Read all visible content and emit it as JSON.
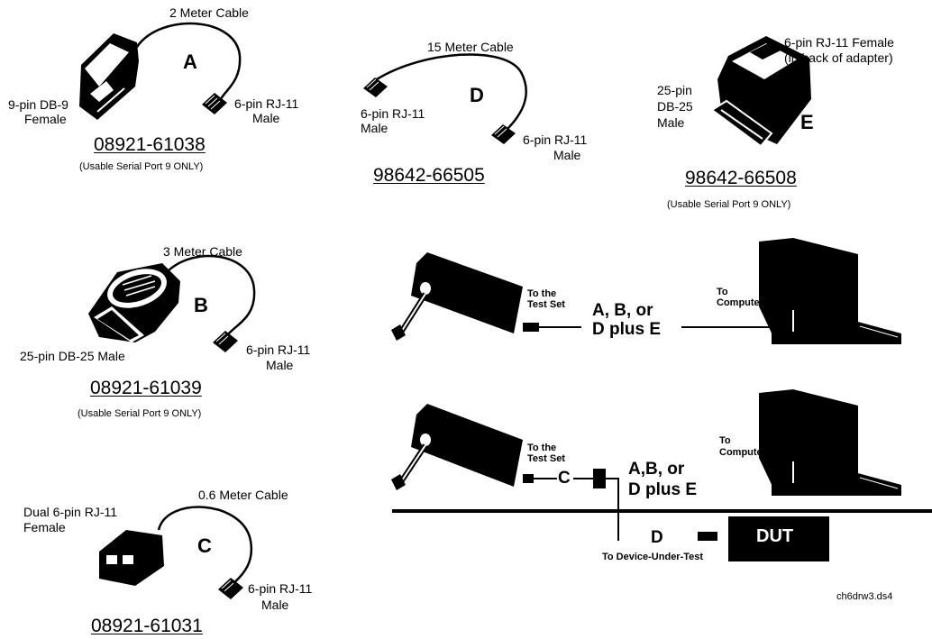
{
  "cables": {
    "a": {
      "length": "2 Meter Cable",
      "letter": "A",
      "end1_line1": "9-pin DB-9",
      "end1_line2": "Female",
      "end2_line1": "6-pin RJ-11",
      "end2_line2": "Male",
      "part_number": "08921-61038",
      "note": "(Usable Serial Port 9 ONLY)"
    },
    "b": {
      "length": "3 Meter Cable",
      "letter": "B",
      "end1": "25-pin DB-25 Male",
      "end2_line1": "6-pin RJ-11",
      "end2_line2": "Male",
      "part_number": "08921-61039",
      "note": "(Usable Serial Port 9 ONLY)"
    },
    "c": {
      "length": "0.6 Meter Cable",
      "letter": "C",
      "end1_line1": "Dual 6-pin RJ-11",
      "end1_line2": "Female",
      "end2_line1": "6-pin RJ-11",
      "end2_line2": "Male",
      "part_number": "08921-61031"
    },
    "d": {
      "length": "15 Meter Cable",
      "letter": "D",
      "end1_line1": "6-pin RJ-11",
      "end1_line2": "Male",
      "end2_line1": "6-pin RJ-11",
      "end2_line2": "Male",
      "part_number": "98642-66505"
    },
    "e": {
      "letter": "E",
      "end1_line1": "25-pin",
      "end1_line2": "DB-25",
      "end1_line3": "Male",
      "end2_line1": "6-pin RJ-11 Female",
      "end2_line2": "(in back of adapter)",
      "part_number": "98642-66508",
      "note": "(Usable Serial Port 9 ONLY)"
    }
  },
  "setup1": {
    "to_test_set_1": "To the",
    "to_test_set_2": "Test Set",
    "cables_1": "A, B, or",
    "cables_2": "D plus E",
    "to_computer_1": "To",
    "to_computer_2": "Computer"
  },
  "setup2": {
    "to_test_set_1": "To the",
    "to_test_set_2": "Test Set",
    "c_label": "C",
    "cables_1": "A,B, or",
    "cables_2": "D plus E",
    "to_computer_1": "To",
    "to_computer_2": "Computer",
    "d_label": "D",
    "to_dut": "To Device-Under-Test",
    "dut": "DUT"
  },
  "figure_id": "ch6drw3.ds4"
}
